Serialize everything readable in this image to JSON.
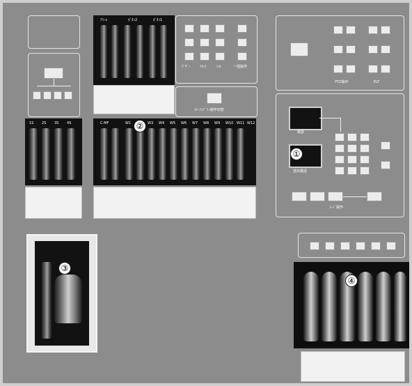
{
  "callouts": [
    "①",
    "②",
    "③",
    "④"
  ],
  "receiver_headers": [
    "ｱﾗｰﾑ",
    "ﾎﾞﾀﾝ2",
    "ﾎﾞﾀﾝ1"
  ],
  "selector_headers": [
    "1S",
    "2S",
    "3S",
    "4S"
  ],
  "main_headers": [
    "C-MF",
    "W1",
    "W2",
    "W3",
    "W4",
    "W5",
    "W6",
    "W7",
    "W8",
    "W9",
    "W10",
    "W11",
    "W12"
  ],
  "keypad_labels": [
    "ﾌﾞｻﾞｰ",
    "ﾘｾｯﾄ",
    "ﾃｽﾄ",
    "一括操作"
  ],
  "transfer_label": "ｽﾄｰﾌｪﾂﾞﾗｰ操作切替",
  "arrow_group_labels": [
    "PTZ操作",
    "ELT"
  ],
  "numeric_labels": [
    "電源",
    "送出電話"
  ],
  "bottom_group_label": "ｺｰﾄﾞ操作"
}
